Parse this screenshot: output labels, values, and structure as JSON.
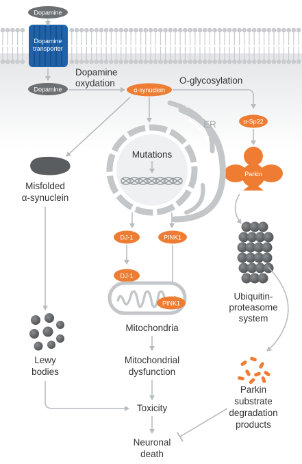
{
  "colors": {
    "orange": "#ee7d33",
    "gray_node": "#6d7073",
    "dark_gray": "#5a5d60",
    "blue": "#1f62a8",
    "arrow": "#b7bcc0",
    "text": "#333333",
    "membrane": "#c9cccf"
  },
  "membrane": {
    "dopamine_top": "Dopamine",
    "transporter_line1": "Dopamine",
    "transporter_line2": "transporter"
  },
  "nodes": {
    "dopamine_inside": "Dopamine",
    "alpha_synuclein": "α-synuclein",
    "alpha_sp22": "α-Sp22",
    "parkin": "Parkin",
    "dj1_top": "DJ-1",
    "pink1_top": "PINK1",
    "dj1_mito": "DJ-1",
    "pink1_mito": "PINK1"
  },
  "labels": {
    "dopamine_oxydation_1": "Dopamine",
    "dopamine_oxydation_2": "oxydation",
    "o_glycosylation": "O-glycosylation",
    "er": "ER",
    "mutations": "Mutations",
    "misfolded_1": "Misfolded",
    "misfolded_2": "α-synuclein",
    "ups_1": "Ubiquitin-",
    "ups_2": "proteasome",
    "ups_3": "system",
    "mitochondria": "Mitochondria",
    "mito_dys_1": "Mitochondrial",
    "mito_dys_2": "dysfunction",
    "lewy_1": "Lewy",
    "lewy_2": "bodies",
    "toxicity": "Toxicity",
    "neuronal_1": "Neuronal",
    "neuronal_2": "death",
    "pssdp_1": "Parkin",
    "pssdp_2": "substrate",
    "pssdp_3": "degradation",
    "pssdp_4": "products"
  }
}
